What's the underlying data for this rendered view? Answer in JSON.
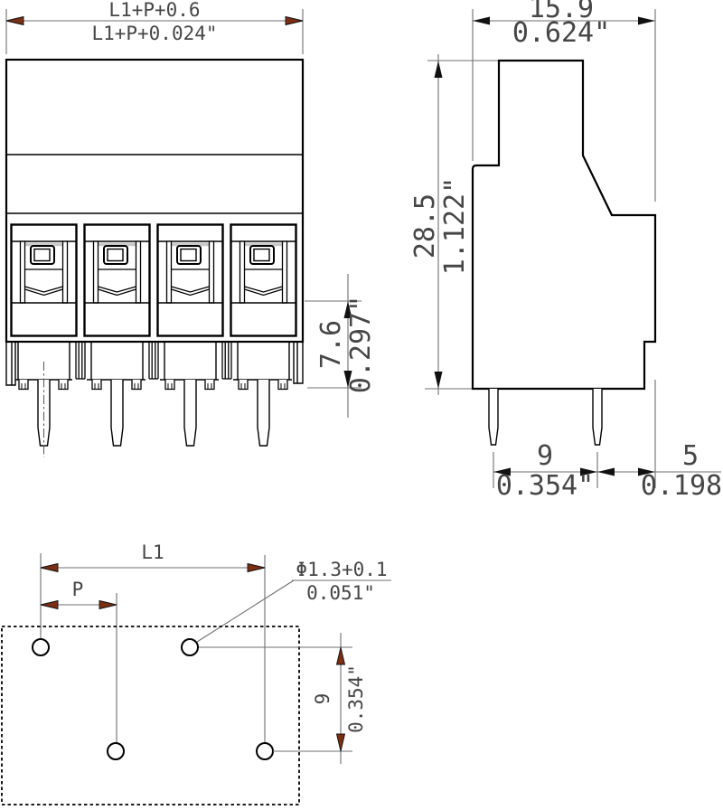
{
  "drawing_type": "terminal-block-dimension-drawing",
  "front": {
    "dim_width": {
      "mm": "L1+P+0.6",
      "inch": "L1+P+0.024\""
    },
    "dim_clamp_height": {
      "mm": "7.6",
      "inch": "0.297\""
    }
  },
  "side": {
    "dim_width": {
      "mm": "15.9",
      "inch": "0.624\""
    },
    "dim_height": {
      "mm": "28.5",
      "inch": "1.122\""
    },
    "dim_pin_pitch": {
      "mm": "9",
      "inch": "0.354\""
    },
    "dim_pin_edge": {
      "mm": "5",
      "inch": "0.198\""
    }
  },
  "plan": {
    "dim_l1": "L1",
    "dim_p": "P",
    "dim_row_pitch": {
      "mm": "9",
      "inch": "0.354\""
    },
    "hole_diameter": {
      "mm": "Φ1.3+0.1",
      "inch": "0.051\""
    }
  },
  "colors": {
    "outline": "#000000",
    "dimension_lines": "#6f6f6f",
    "arrow_black": "#111111",
    "arrow_maroon": "#7b2e12",
    "text": "#464646"
  }
}
